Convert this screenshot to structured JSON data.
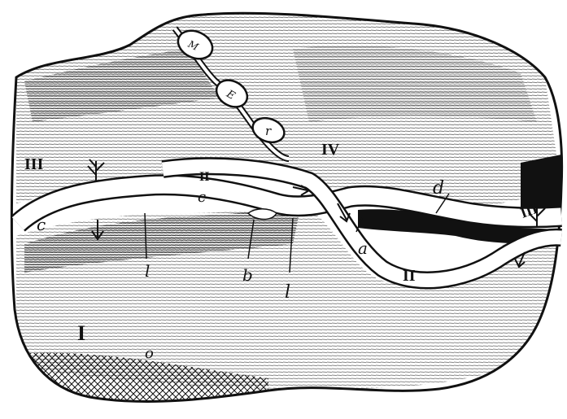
{
  "figure": {
    "labels": {
      "region_I": "I",
      "region_II": "II",
      "region_II_upper": "II",
      "region_III_left": "III",
      "region_III_right": "III",
      "region_IV": "IV",
      "seam_a": "a",
      "seam_b": "b",
      "seam_c_left": "c",
      "seam_c_mid": "c",
      "seam_d": "d",
      "mark_l1": "l",
      "mark_l2": "l",
      "mark_o": "o",
      "crack_r": "r",
      "crack_e": "E",
      "crack_m": "M"
    },
    "colors": {
      "ink": "#111111",
      "paper": "#ffffff"
    }
  }
}
